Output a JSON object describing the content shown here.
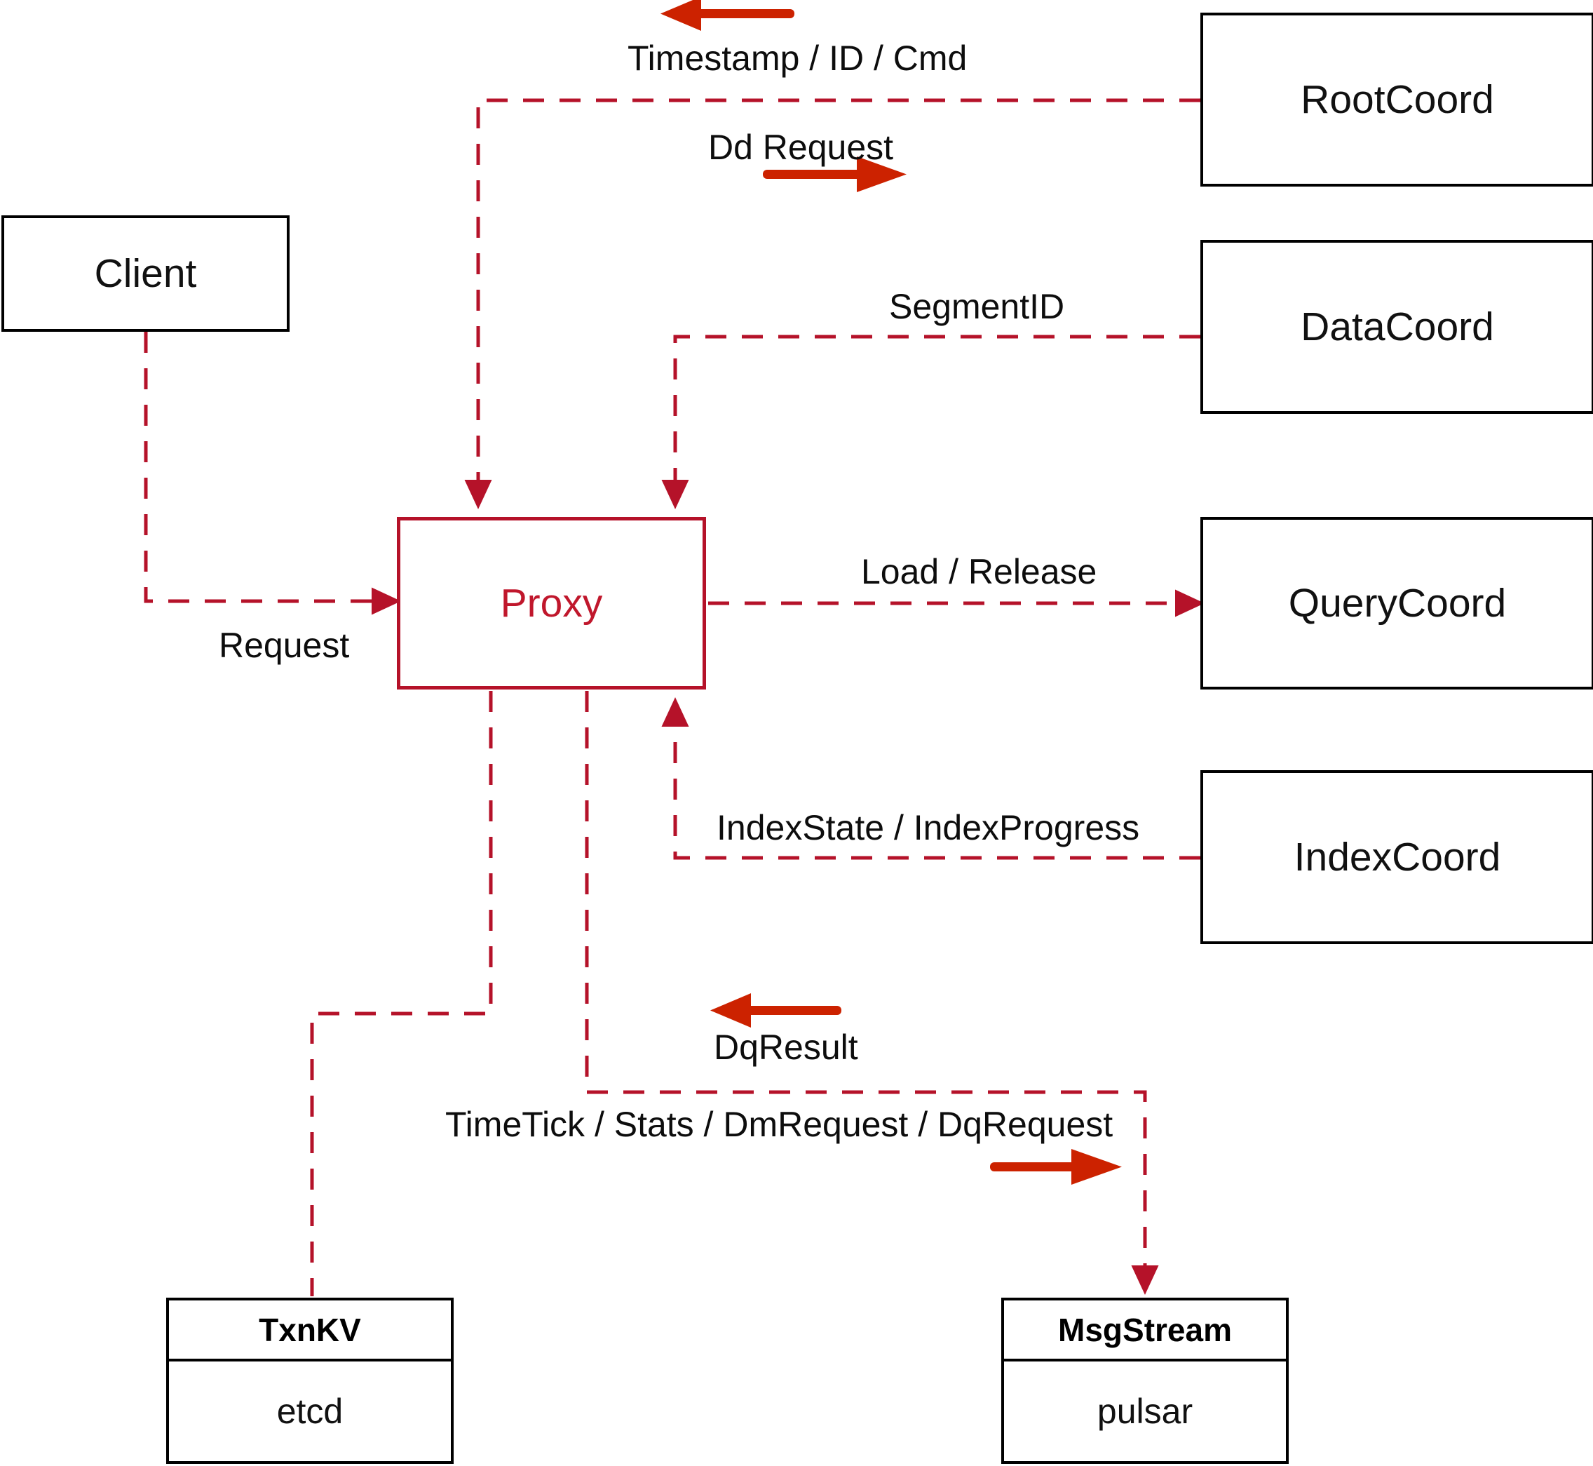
{
  "diagram": {
    "title": "Milvus Proxy interaction diagram",
    "colors": {
      "dashed_line": "#b51229",
      "solid_arrow": "#cc2200",
      "proxy_border": "#b51229",
      "proxy_text": "#c0172c",
      "node_border": "#000000",
      "background": "#ffffff"
    }
  },
  "nodes": {
    "client": {
      "label": "Client"
    },
    "proxy": {
      "label": "Proxy"
    },
    "root_coord": {
      "label": "RootCoord"
    },
    "data_coord": {
      "label": "DataCoord"
    },
    "query_coord": {
      "label": "QueryCoord"
    },
    "index_coord": {
      "label": "IndexCoord"
    },
    "txnkv": {
      "header": "TxnKV",
      "body": "etcd"
    },
    "msgstream": {
      "header": "MsgStream",
      "body": "pulsar"
    }
  },
  "edge_labels": {
    "timestamp_id_cmd": "Timestamp / ID / Cmd",
    "dd_request": "Dd Request",
    "segment_id": "SegmentID",
    "request": "Request",
    "load_release": "Load / Release",
    "index_state_progress": "IndexState / IndexProgress",
    "dq_result": "DqResult",
    "timetick_stats": "TimeTick / Stats / DmRequest / DqRequest"
  },
  "edges": [
    {
      "from": "root_coord",
      "to": "proxy",
      "label": "Timestamp / ID / Cmd",
      "direction": "left"
    },
    {
      "from": "proxy",
      "to": "root_coord",
      "label": "Dd Request",
      "direction": "right"
    },
    {
      "from": "data_coord",
      "to": "proxy",
      "label": "SegmentID",
      "direction": "left"
    },
    {
      "from": "client",
      "to": "proxy",
      "label": "Request",
      "direction": "right"
    },
    {
      "from": "proxy",
      "to": "query_coord",
      "label": "Load / Release",
      "direction": "right"
    },
    {
      "from": "index_coord",
      "to": "proxy",
      "label": "IndexState / IndexProgress",
      "direction": "left"
    },
    {
      "from": "msgstream",
      "to": "proxy",
      "label": "DqResult",
      "direction": "left"
    },
    {
      "from": "proxy",
      "to": "msgstream",
      "label": "TimeTick / Stats / DmRequest / DqRequest",
      "direction": "right"
    },
    {
      "from": "proxy",
      "to": "txnkv",
      "label": "",
      "direction": "down"
    }
  ]
}
